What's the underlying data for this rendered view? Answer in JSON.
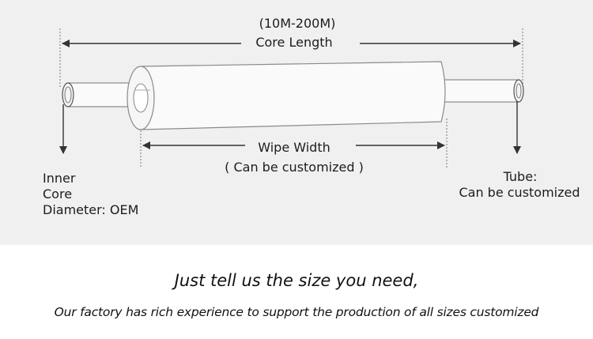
{
  "diagram": {
    "core_length_range": "(10M-200M)",
    "core_length_label": "Core Length",
    "wipe_width_label": "Wipe Width",
    "wipe_width_note": "( Can be customized )",
    "inner_core_lines": [
      "Inner",
      "Core",
      "Diameter: OEM"
    ],
    "tube_lines": [
      "Tube:",
      "Can be customized"
    ]
  },
  "captions": {
    "headline": "Just tell us the size you need,",
    "subline": "Our factory has rich experience to support the production of all sizes customized"
  },
  "colors": {
    "panel_bg": "#f0f0f0",
    "line": "#333333",
    "roll_fill": "#fafafa",
    "roll_stroke": "#8a8a8a"
  }
}
